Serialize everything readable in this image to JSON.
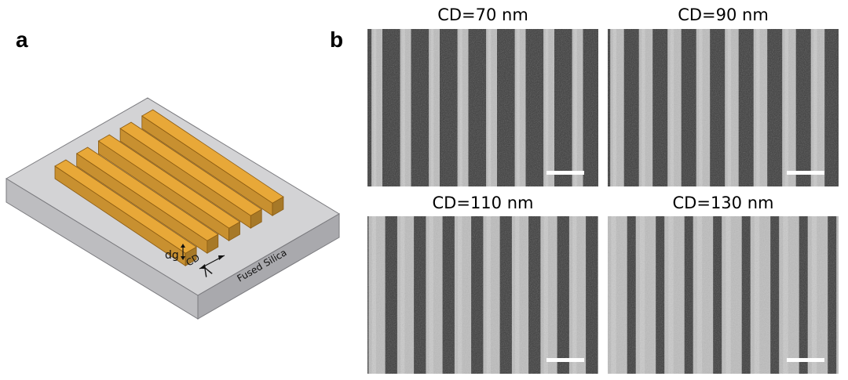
{
  "figure": {
    "panel_a": {
      "label": "a",
      "substrate_label": "Fused Silica",
      "height_label": "dg",
      "width_label": "CD",
      "period_label": "Λ",
      "bar_color": "#E8A838",
      "bar_edge_color": "#8A5A10",
      "substrate_top_color": "#D3D3D5",
      "substrate_front_color": "#BDBDC0",
      "substrate_side_color": "#A9A9AD",
      "bar_count": 5
    },
    "panel_b": {
      "label": "b",
      "images": [
        {
          "title": "CD=70 nm",
          "line_fill": 0.38
        },
        {
          "title": "CD=90 nm",
          "line_fill": 0.48
        },
        {
          "title": "CD=110 nm",
          "line_fill": 0.58
        },
        {
          "title": "CD=130 nm",
          "line_fill": 0.7
        }
      ],
      "scale_bar_color": "#FFFFFF",
      "line_color": "#BDBDBD",
      "gap_color": "#3A3A3A"
    }
  }
}
